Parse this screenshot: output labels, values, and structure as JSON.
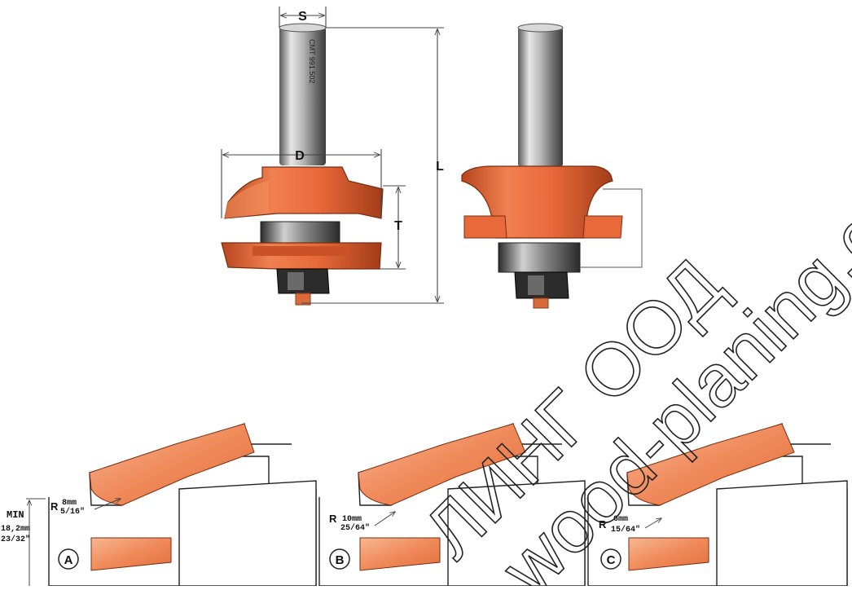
{
  "dimensions": {
    "shank": "S",
    "diameter": "D",
    "length": "L",
    "thickness": "T"
  },
  "shank_marking": "CMT 991.502",
  "min_label": {
    "title": "MIN",
    "metric": "18,2mm",
    "imperial": "23/32\""
  },
  "profiles": [
    {
      "letter": "A",
      "r": "R",
      "metric": "8mm",
      "imperial": "5/16\""
    },
    {
      "letter": "B",
      "r": "R",
      "metric": "10mm",
      "imperial": "25/64\""
    },
    {
      "letter": "C",
      "r": "R",
      "metric": "6mm",
      "imperial": "15/64\""
    }
  ],
  "watermark": {
    "line1": "ЛИНГ ООД",
    "line2": "wood-planing.com"
  },
  "colors": {
    "cutter_orange": "#e8693a",
    "cutter_dark": "#b84a22",
    "wood_orange": "#f2a37a",
    "steel": "#9a9a9a"
  }
}
